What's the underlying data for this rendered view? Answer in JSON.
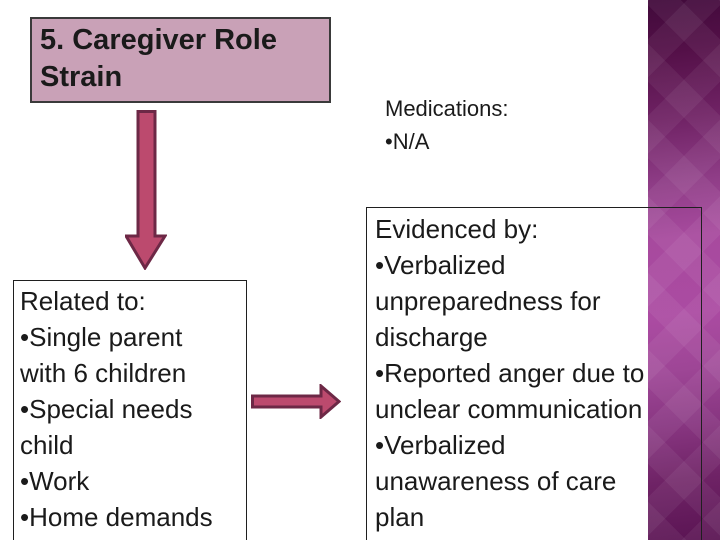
{
  "slide": {
    "bullet": "•",
    "title_box": {
      "text": "5. Caregiver Role Strain"
    },
    "medications": {
      "heading": "Medications:",
      "items": [
        "N/A"
      ]
    },
    "related_box": {
      "heading": "Related to:",
      "items": [
        "Single parent with 6 children",
        "Special needs child",
        "Work",
        "Home demands"
      ]
    },
    "evidenced_box": {
      "heading": "Evidenced by:",
      "items": [
        "Verbalized unpreparedness for discharge",
        "Reported anger due to unclear communication",
        "Verbalized unawareness of care plan"
      ]
    },
    "colors": {
      "background": "#ffffff",
      "text": "#1a1a1a",
      "title_box_fill": "#c9a1b7",
      "title_box_border": "#3a3a3a",
      "content_box_border": "#1f1f1f",
      "arrow_fill": "#bc4a6e",
      "arrow_stroke": "#6d2846",
      "band_top": "#410a3b",
      "band_bright": "#ab4ba2",
      "band_bottom": "#5a1453"
    }
  }
}
